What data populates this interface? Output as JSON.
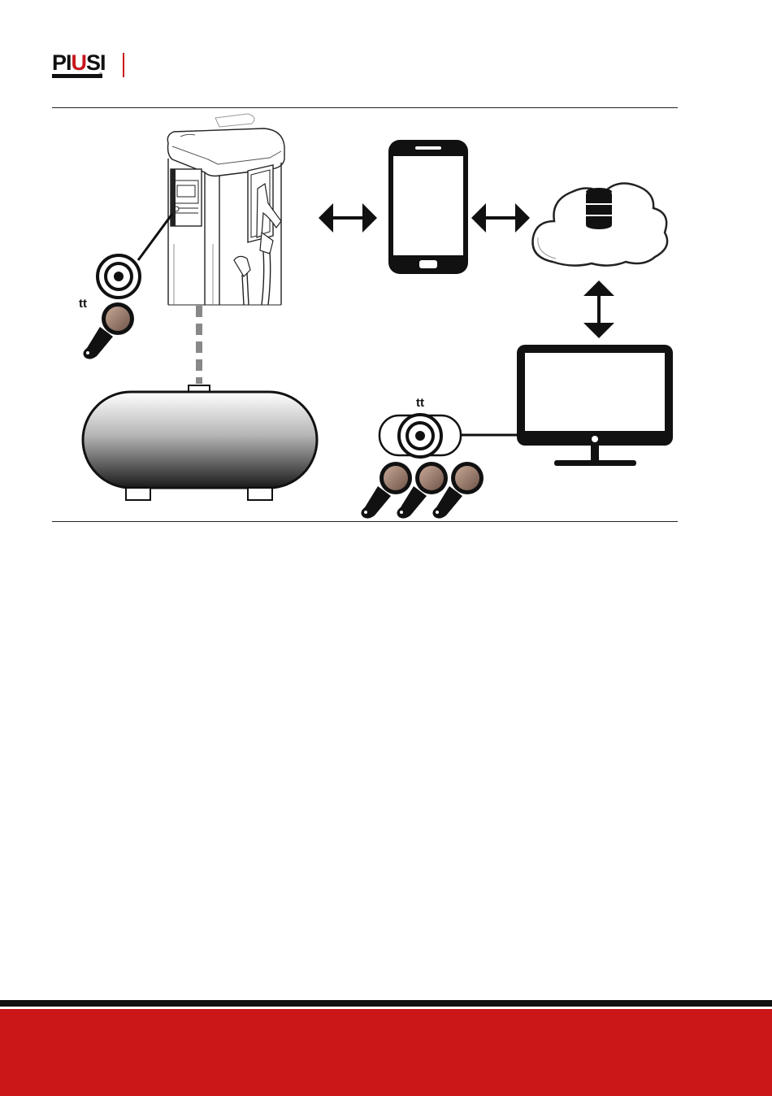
{
  "header": {
    "logo": {
      "text_pre": "PI",
      "text_mid": "U",
      "text_post": "SI",
      "registered": "®"
    },
    "brand_color": "#c8161d"
  },
  "diagram": {
    "reader_symbol_left": "tt",
    "reader_symbol_right": "tt",
    "nodes": [
      "fuel-dispenser",
      "smartphone",
      "cloud-database",
      "monitor",
      "storage-tank",
      "desktop-key-reader",
      "ibutton-keys"
    ],
    "connections": [
      [
        "fuel-dispenser",
        "smartphone",
        "bidirectional"
      ],
      [
        "smartphone",
        "cloud-database",
        "bidirectional"
      ],
      [
        "cloud-database",
        "monitor",
        "bidirectional"
      ],
      [
        "fuel-dispenser",
        "storage-tank",
        "dashed"
      ],
      [
        "desktop-key-reader",
        "monitor",
        "line"
      ]
    ]
  },
  "footer": {
    "accent_color": "#cc1719"
  }
}
